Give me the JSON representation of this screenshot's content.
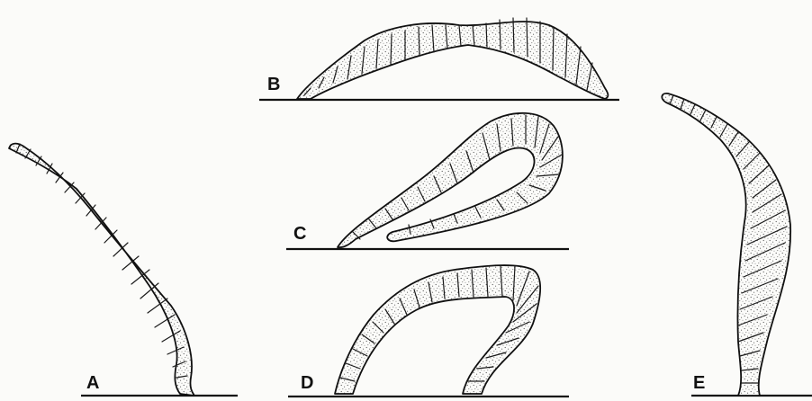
{
  "figure": {
    "panels": [
      {
        "id": "a",
        "label": "A"
      },
      {
        "id": "b",
        "label": "B"
      },
      {
        "id": "c",
        "label": "C"
      },
      {
        "id": "d",
        "label": "D"
      },
      {
        "id": "e",
        "label": "E"
      }
    ],
    "colors": {
      "ink": "#111111",
      "paper": "#fbfbf9",
      "stipple": "#555555"
    }
  }
}
